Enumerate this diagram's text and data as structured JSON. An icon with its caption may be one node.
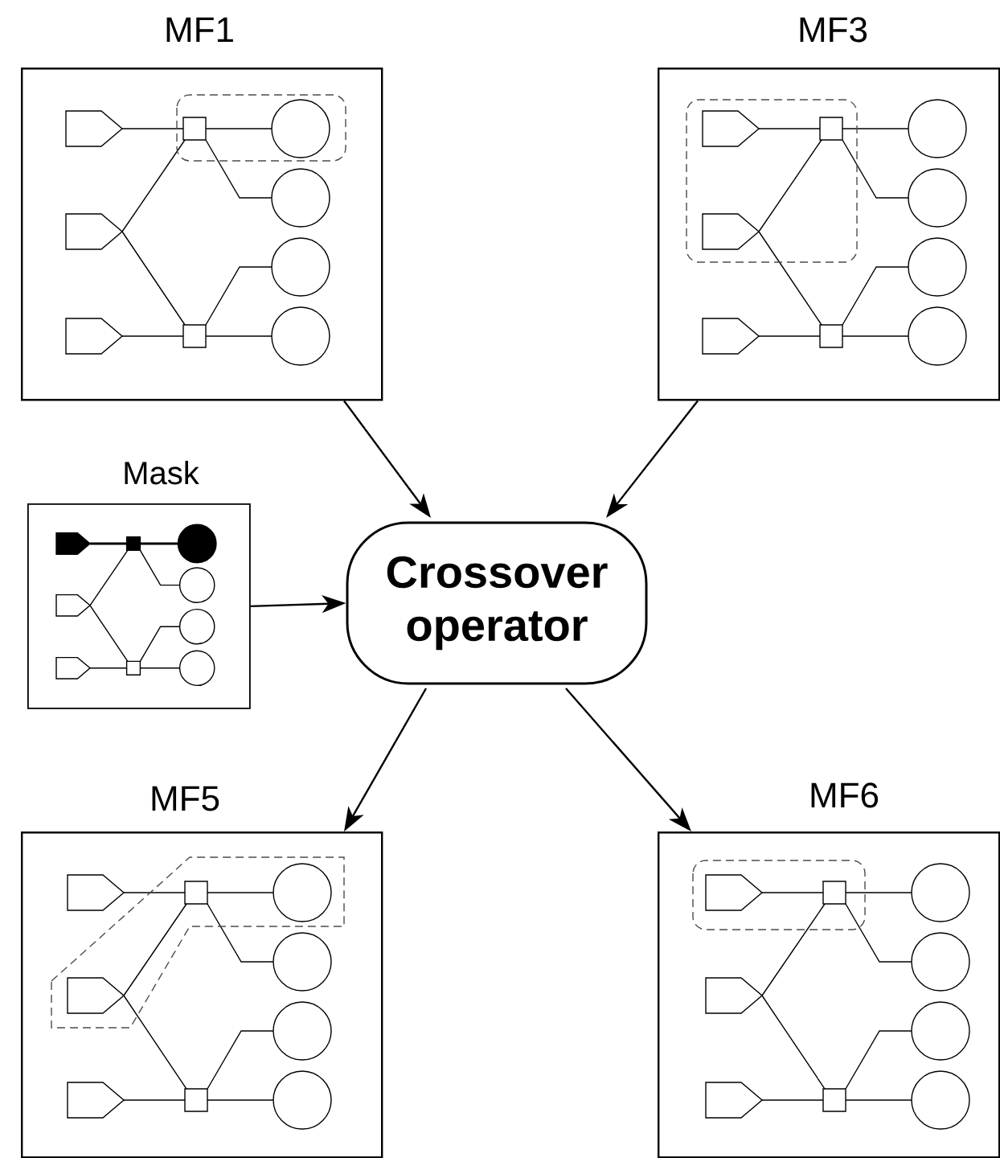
{
  "diagram": {
    "nodes": [
      {
        "text": [
          "MF1"
        ]
      },
      {
        "text": [
          "MF3"
        ]
      },
      {
        "text": [
          "Mask"
        ]
      },
      {
        "text": [
          "Crossover operator"
        ]
      },
      {
        "text": [
          "MF5"
        ]
      },
      {
        "text": [
          "MF6"
        ]
      }
    ],
    "edges": [
      {
        "from": 0,
        "to": 3,
        "arrow": "to"
      },
      {
        "from": 1,
        "to": 3,
        "arrow": "to"
      },
      {
        "from": 2,
        "to": 3,
        "arrow": "to"
      },
      {
        "from": 3,
        "to": 4,
        "arrow": "to"
      },
      {
        "from": 3,
        "to": 5,
        "arrow": "to"
      }
    ]
  }
}
